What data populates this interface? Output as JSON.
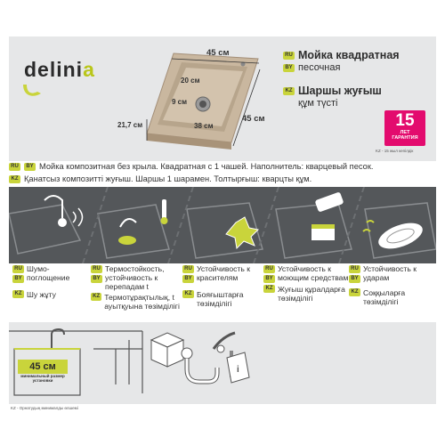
{
  "brand": {
    "name_main": "delini",
    "name_accent": "a"
  },
  "product": {
    "dim_width": "45 см",
    "dim_depth": "45 см",
    "dim_height": "21,7 см",
    "dim_bowl_depth": "20 см",
    "dim_drain": "9 см",
    "dim_bowl_width": "38 см"
  },
  "titles": {
    "ru_badge": "RU",
    "by_badge": "BY",
    "kz_badge": "KZ",
    "ru_title": "Мойка квадратная",
    "ru_sub": "песочная",
    "kz_title": "Шаршы жуғыш",
    "kz_sub": "құм түсті"
  },
  "warranty": {
    "number": "15",
    "line1": "ЛЕТ",
    "line2": "ГАРАНТИЯ",
    "note": "KZ - 15 жыл кепілдік"
  },
  "description": {
    "ru": "Мойка композитная без крыла. Квадратная с 1 чашей.  Наполнитель: кварцевый песок.",
    "kz": "Қанатсыз композитті жуғыш. Шаршы 1 шарамен. Толтырғыш: кварцты құм."
  },
  "features": [
    {
      "ru": "Шумо-поглощение",
      "kz": "Шу жұту"
    },
    {
      "ru": "Термостойкость, устойчивость к перепадам t",
      "kz": "Термотұрақтылық, t ауытқуына төзімділігі"
    },
    {
      "ru": "Устойчивость к красителям",
      "kz": "Бояғыштарға төзімділігі"
    },
    {
      "ru": "Устойчивость к моющим средствам",
      "kz": "Жуғыш құралдарға төзімділігі"
    },
    {
      "ru": "Устойчивость к ударам",
      "kz": "Соққыларға төзімділігі"
    }
  ],
  "installation": {
    "cabinet_width": "45 см",
    "cabinet_note": "минимальный размер установки",
    "kz_note": "KZ - Орнатудың минималды өлшемі"
  },
  "colors": {
    "accent": "#c9d43b",
    "warranty": "#e30b6e",
    "band": "#54575a",
    "panel": "#e6e7e8",
    "sink": "#c9b79f"
  }
}
